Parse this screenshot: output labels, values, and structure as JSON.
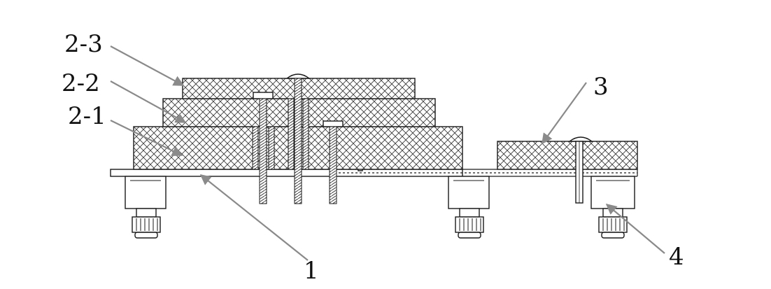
{
  "labels": {
    "l_2_3": "2-3",
    "l_2_2": "2-2",
    "l_2_1": "2-1",
    "l_3": "3",
    "l_1": "1",
    "l_4": "4"
  },
  "colors": {
    "line": "#1a1a1a",
    "hatch": "#3a3a3a",
    "leader": "#8a8a8a",
    "background": "#ffffff"
  }
}
